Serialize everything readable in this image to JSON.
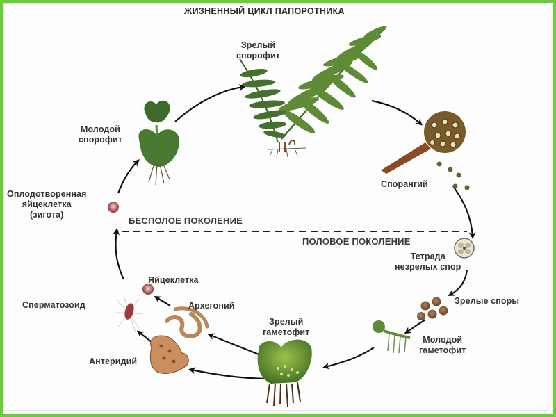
{
  "diagram": {
    "title": "ЖИЗНЕННЫЙ ЦИКЛ ПАПОРОТНИКА",
    "generations": {
      "asexual": "БЕСПОЛОЕ ПОКОЛЕНИЕ",
      "sexual": "ПОЛОВОЕ ПОКОЛЕНИЕ"
    },
    "stages": {
      "mature_sporophyte": [
        "Зрелый",
        "спорофит"
      ],
      "sporangium": [
        "Спорангий"
      ],
      "tetrad": [
        "Тетрада",
        "незрелых спор"
      ],
      "mature_spores": [
        "Зрелые споры"
      ],
      "young_gametophyte": [
        "Молодой",
        "гаметофит"
      ],
      "mature_gametophyte": [
        "Зрелый",
        "гаметофит"
      ],
      "antheridium": [
        "Антеридий"
      ],
      "archegonium": [
        "Архегоний"
      ],
      "egg_cell": [
        "Яйцеклетка"
      ],
      "spermatozoid": [
        "Сперматозоид"
      ],
      "zygote": [
        "Оплодотворенная",
        "яйцеклетка",
        "(зигота)"
      ],
      "young_sporophyte": [
        "Молодой",
        "спорофит"
      ]
    },
    "colors": {
      "frame": "#6ccb3c",
      "leaf_dark": "#3f6b2a",
      "leaf_light": "#7fa64a",
      "brown": "#8a5a2b",
      "arrow": "#111111"
    }
  }
}
